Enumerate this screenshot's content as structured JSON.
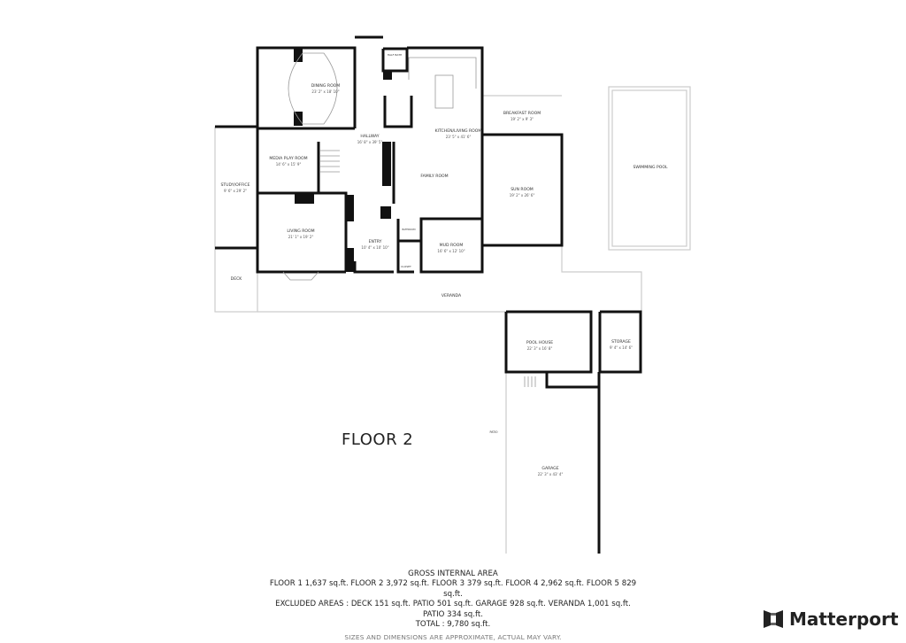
{
  "floor_title": "FLOOR 2",
  "rooms": {
    "dining": {
      "name": "DINING ROOM",
      "dim": "23' 2\" x 18' 10\""
    },
    "half_bath": {
      "name": "HALF BATH"
    },
    "kitchen": {
      "name": "KITCHEN/LIVING ROOM",
      "dim": "23' 5\" x 41' 6\""
    },
    "hallway": {
      "name": "HALLWAY",
      "dim": "16' 8\" x 39' 5\""
    },
    "media": {
      "name": "MEDIA PLAY ROOM",
      "dim": "14' 6\" x 15' 9\""
    },
    "study": {
      "name": "STUDY/OFFICE",
      "dim": "9' 6\" x 29' 2\""
    },
    "family": {
      "name": "FAMILY ROOM"
    },
    "living": {
      "name": "LIVING ROOM",
      "dim": "21' 1\" x 19' 2\""
    },
    "entry": {
      "name": "ENTRY",
      "dim": "10' 4\" x 10' 10\""
    },
    "bathroom": {
      "name": "BATHROOM"
    },
    "closet": {
      "name": "CLOSET"
    },
    "mud": {
      "name": "MUD ROOM",
      "dim": "16' 6\" x 12' 10\""
    },
    "deck": {
      "name": "DECK"
    },
    "veranda": {
      "name": "VERANDA"
    },
    "breakfast": {
      "name": "BREAKFAST ROOM",
      "dim": "19' 2\" x 9' 3\""
    },
    "sun": {
      "name": "SUN ROOM",
      "dim": "19' 2\" x 26' 6\""
    },
    "pool": {
      "name": "SWIMMING POOL"
    },
    "pool_house": {
      "name": "POOL HOUSE",
      "dim": "22' 3\" x 16' 8\""
    },
    "storage": {
      "name": "STORAGE",
      "dim": "9' 4\" x 14' 6\""
    },
    "patio": {
      "name": "PATIO"
    },
    "garage": {
      "name": "GARAGE",
      "dim": "22' 3\" x 43' 4\""
    }
  },
  "footer": {
    "heading": "GROSS INTERNAL AREA",
    "floors": "FLOOR 1 1,637 sq.ft.   FLOOR 2 3,972 sq.ft.   FLOOR 3 379 sq.ft.   FLOOR 4 2,962 sq.ft.   FLOOR 5 829 sq.ft.",
    "excluded": "EXCLUDED AREAS :  DECK 151 sq.ft.   PATIO 501 sq.ft.   GARAGE 928 sq.ft.   VERANDA 1,001 sq.ft.   PATIO 334 sq.ft.",
    "total": "TOTAL :  9,780 sq.ft.",
    "disclaimer": "SIZES AND DIMENSIONS ARE APPROXIMATE, ACTUAL MAY VARY."
  },
  "brand": {
    "name": "Matterport",
    "logo_icon": "matterport-logo-icon"
  }
}
